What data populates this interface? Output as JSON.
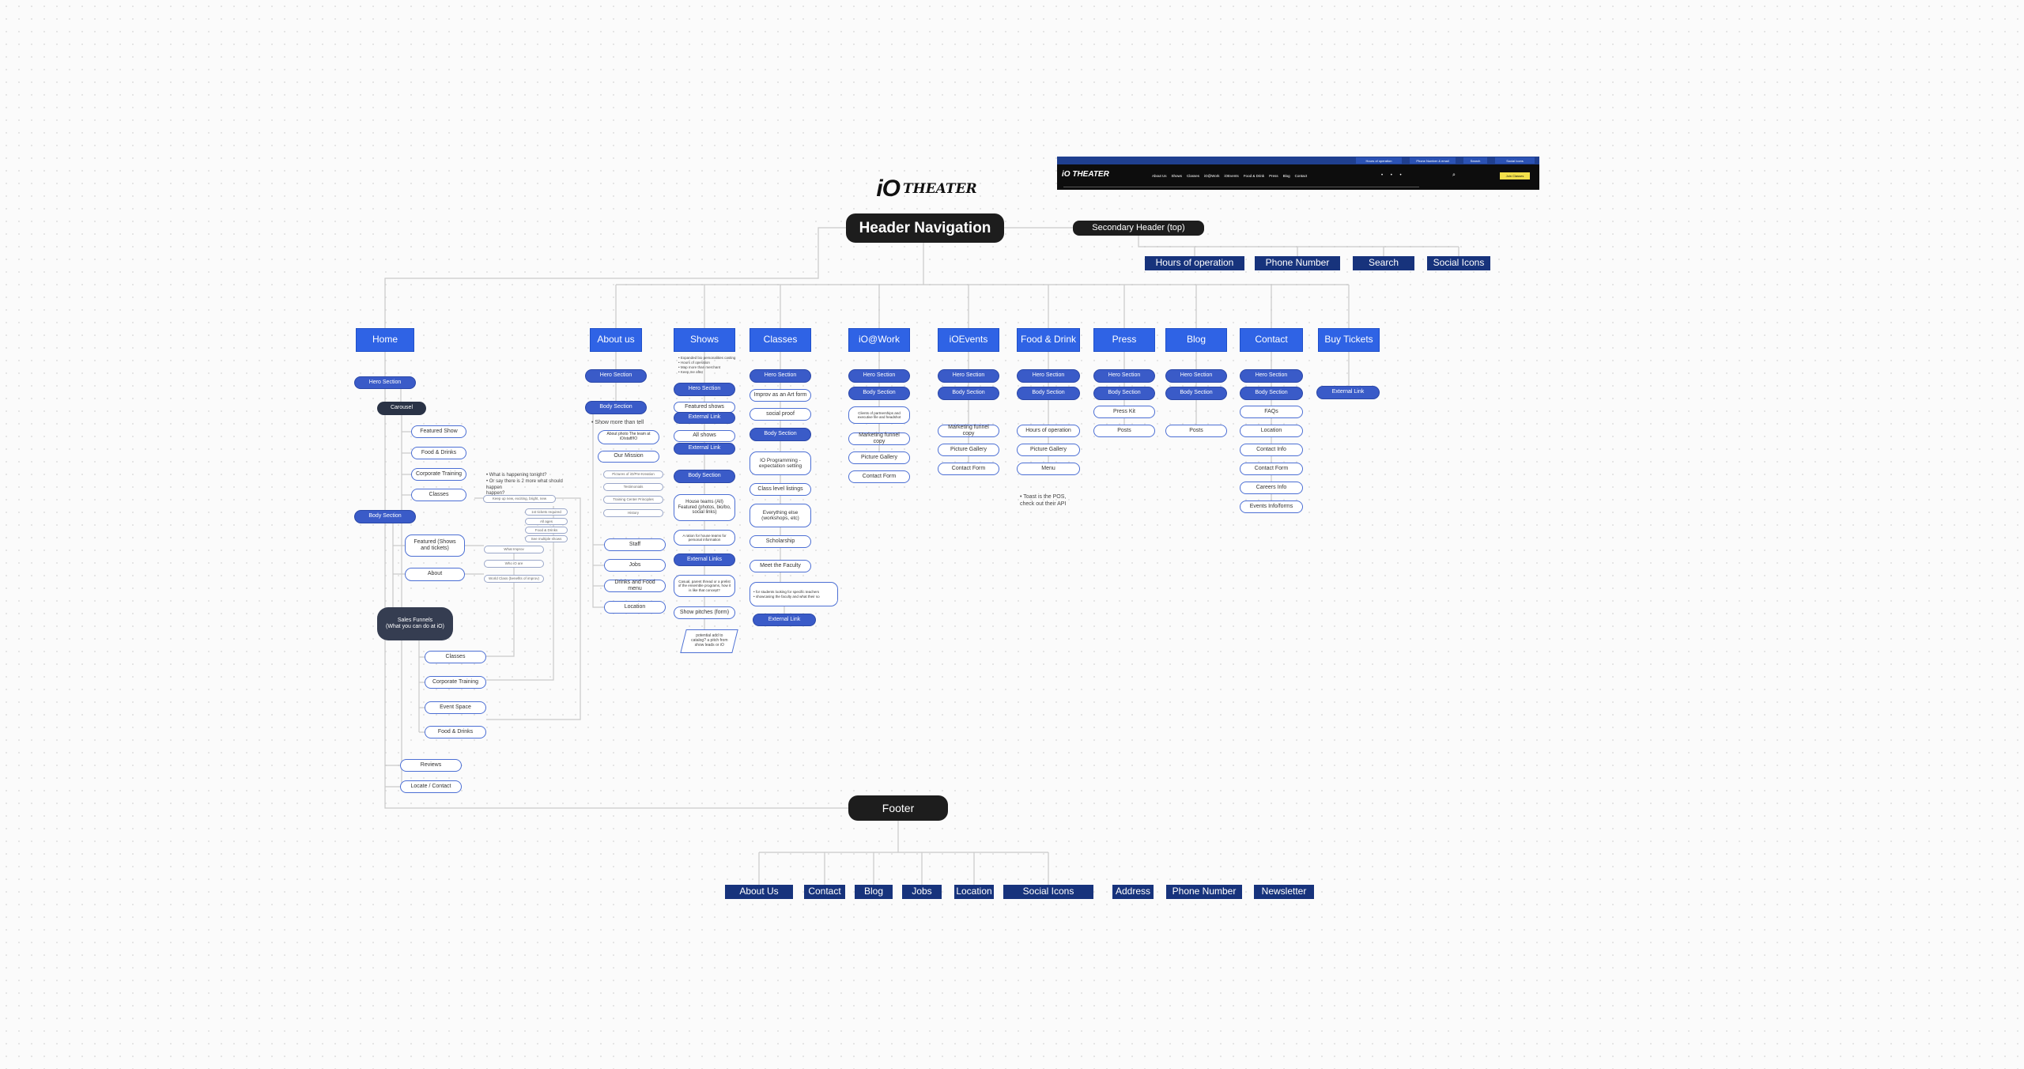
{
  "header_nav": "Header Navigation",
  "secondary_header": "Secondary Header (top)",
  "secondary_items": [
    "Hours of operation",
    "Phone Number",
    "Search",
    "Social Icons"
  ],
  "logo": {
    "io": "iO",
    "theater": "THEATER"
  },
  "website_preview": {
    "topbar": [
      "Hours of operation",
      "Phone Number & email",
      "Search",
      "Social Icons"
    ],
    "brand": "iO THEATER",
    "nav": [
      "About Us",
      "Shows",
      "Classes",
      "iO@Work",
      "iOEvents",
      "Food & Drink",
      "Press",
      "Blog",
      "Contact"
    ],
    "cta": "Join Classes",
    "social": "• • •",
    "search": "⌕"
  },
  "columns": [
    "Home",
    "About us",
    "Shows",
    "Classes",
    "iO@Work",
    "iOEvents",
    "Food & Drink",
    "Press",
    "Blog",
    "Contact",
    "Buy Tickets"
  ],
  "home": {
    "hero": "Hero Section",
    "carousel": "Carousel",
    "carousel_items": [
      "Featured Show",
      "Food & Drinks",
      "Corporate Training",
      "Classes"
    ],
    "body": "Body Section",
    "featured": "Featured\n(Shows and tickets)",
    "about": "About",
    "sales_funnels": "Sales Funnels\n(What you can do at iO)",
    "funnel_items": [
      "Classes",
      "Corporate Training",
      "Event Space",
      "Food & Drinks"
    ],
    "reviews": "Reviews",
    "locate": "Locate / Contact",
    "note": "• What is happening tonight?\n• Or say there is 2 more what should happen\n   happen?",
    "side_chips": [
      "Keep up new, exciting, bright, new",
      "1st tickets required",
      "All ages",
      "Food & Drinks",
      "See multiple shows",
      "What Improv",
      "Who iO are",
      "World Class (benefits of improv)"
    ]
  },
  "about": {
    "hero": "Hero Section",
    "body": "Body Section",
    "show_more": "• Show more than tell",
    "about_box": "About photo\nThe team at iO/staff/IO",
    "mission": "Our Mission",
    "tiny_items": [
      "Pictures of iO/Pre-Kreation",
      "Testimonials",
      "Training Center Principles",
      "History"
    ],
    "items": [
      "Staff",
      "Jobs",
      "Drinks and Food menu",
      "Location"
    ]
  },
  "shows": {
    "notes": "• Expanded bio personalities casting\n• Hours of operation\n• Map more than merchant\n• Keep me after",
    "hero": "Hero Section",
    "featured": "Featured shows",
    "ext1": "External Link",
    "all_shows": "All shows",
    "ext2": "External Link",
    "body": "Body Section",
    "house_teams": "House teams (All)\nFeatured (photos,\nbio/bo, social links)",
    "house_sub": "A ration for house teams for\npersonal information",
    "ext_links": "External Links",
    "casual": "Casual, parent thread or a prelist of\nthe ensemble programs, how it is like\nthat concept?",
    "show_pitches": "Show pitches (form)",
    "para": "potential add to\ncatalog? a pitch from\nshow leads or iO"
  },
  "classes": {
    "hero": "Hero Section",
    "improv": "Improv as an Art form",
    "social_proof": "social proof",
    "body": "Body Section",
    "io_programming": "IO Programming -\nexpectation setting",
    "class_level": "Class level listings",
    "everything": "Everything else\n(workshops, etc)",
    "scholarship": "Scholarship",
    "faculty": "Meet the Faculty",
    "students_note": "• for students looking for specific teachers\n• showcasing the faculty and what their so",
    "ext": "External Link"
  },
  "work": {
    "hero": "Hero Section",
    "body": "Body Section",
    "clients": "Clients of partnerships and\nexecutive file and headshot",
    "items": [
      "Marketing funnel copy",
      "Picture Gallery",
      "Contact Form"
    ]
  },
  "events": {
    "hero": "Hero Section",
    "body": "Body Section",
    "items": [
      "Marketing funnel copy",
      "Picture Gallery",
      "Contact Form"
    ]
  },
  "food": {
    "hero": "Hero Section",
    "body": "Body Section",
    "items": [
      "Hours of operation",
      "Picture Gallery",
      "Menu"
    ],
    "note": "• Toast is the POS,\n   check out their API"
  },
  "press": {
    "hero": "Hero Section",
    "body": "Body Section",
    "items": [
      "Press Kit",
      "Posts"
    ]
  },
  "blog": {
    "hero": "Hero Section",
    "body": "Body Section",
    "items": [
      "Posts"
    ]
  },
  "contact": {
    "hero": "Hero Section",
    "body": "Body Section",
    "items": [
      "FAQs",
      "Location",
      "Contact Info",
      "Contact Form",
      "Careers Info",
      "Events Info/forms"
    ]
  },
  "tickets": {
    "ext": "External Link"
  },
  "footer": "Footer",
  "footer_items": [
    "About Us",
    "Contact",
    "Blog",
    "Jobs",
    "Location",
    "Social Icons",
    "Address",
    "Phone Number",
    "Newsletter"
  ]
}
